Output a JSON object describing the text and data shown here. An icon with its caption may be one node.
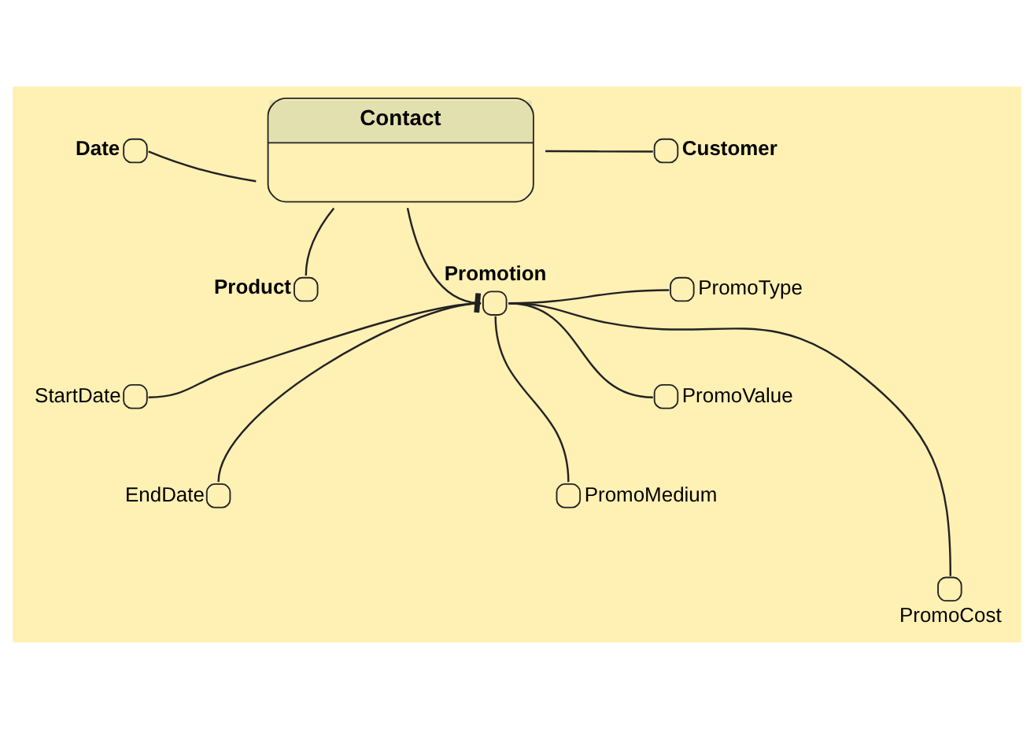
{
  "diagram": {
    "nodes": [
      {
        "text": [
          "Contact"
        ]
      },
      {
        "text": [],
        "shape": "circle",
        "beside": [
          "Date"
        ]
      },
      {
        "text": [],
        "shape": "circle",
        "beside": [
          "Customer"
        ]
      },
      {
        "text": [],
        "shape": "circle",
        "beside": [
          "Product"
        ]
      },
      {
        "text": [],
        "shape": "circle",
        "beside": [
          "Promotion"
        ]
      },
      {
        "text": [],
        "shape": "circle",
        "beside": [
          "PromoType"
        ]
      },
      {
        "text": [],
        "shape": "circle",
        "beside": [
          "StartDate"
        ]
      },
      {
        "text": [],
        "shape": "circle",
        "beside": [
          "PromoValue"
        ]
      },
      {
        "text": [],
        "shape": "circle",
        "beside": [
          "EndDate"
        ]
      },
      {
        "text": [],
        "shape": "circle",
        "beside": [
          "PromoMedium"
        ]
      },
      {
        "text": [],
        "shape": "circle",
        "beside": [
          "PromoCost"
        ]
      }
    ],
    "edges": [
      {
        "from": 0,
        "to": 1,
        "arrow": "none"
      },
      {
        "from": 0,
        "to": 2,
        "arrow": "none"
      },
      {
        "from": 0,
        "to": 3,
        "arrow": "none"
      },
      {
        "from": 0,
        "to": 4,
        "arrow": "other"
      },
      {
        "from": 4,
        "to": 5,
        "arrow": "none"
      },
      {
        "from": 4,
        "to": 6,
        "arrow": "none"
      },
      {
        "from": 4,
        "to": 7,
        "arrow": "none"
      },
      {
        "from": 4,
        "to": 8,
        "arrow": "none"
      },
      {
        "from": 4,
        "to": 9,
        "arrow": "none"
      },
      {
        "from": 4,
        "to": 10,
        "arrow": "none"
      }
    ]
  }
}
